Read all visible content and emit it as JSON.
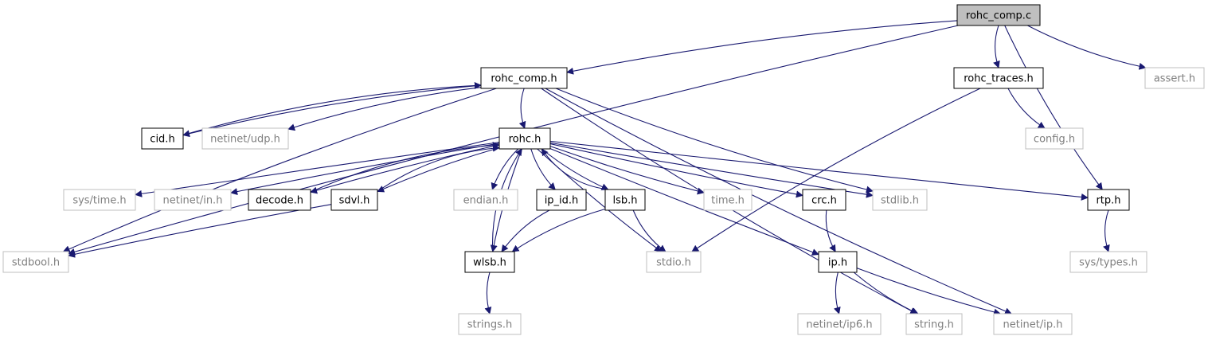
{
  "title": "",
  "colors": {
    "edge": "#191970",
    "root_fill": "#bfbfbf",
    "root_border": "#000000",
    "internal_border": "#000000",
    "external_border": "#bfbfbf",
    "external_text": "#7f7f7f",
    "text": "#000000"
  },
  "nodes": [
    {
      "id": "rohc_comp_c",
      "label": "rohc_comp.c",
      "kind": "root"
    },
    {
      "id": "rohc_comp_h",
      "label": "rohc_comp.h",
      "kind": "internal"
    },
    {
      "id": "rohc_traces_h",
      "label": "rohc_traces.h",
      "kind": "internal"
    },
    {
      "id": "assert_h",
      "label": "assert.h",
      "kind": "external"
    },
    {
      "id": "cid_h",
      "label": "cid.h",
      "kind": "internal"
    },
    {
      "id": "netinet_udp_h",
      "label": "netinet/udp.h",
      "kind": "external"
    },
    {
      "id": "config_h",
      "label": "config.h",
      "kind": "external"
    },
    {
      "id": "rohc_h",
      "label": "rohc.h",
      "kind": "internal"
    },
    {
      "id": "sys_time_h",
      "label": "sys/time.h",
      "kind": "external"
    },
    {
      "id": "netinet_in_h",
      "label": "netinet/in.h",
      "kind": "external"
    },
    {
      "id": "decode_h",
      "label": "decode.h",
      "kind": "internal"
    },
    {
      "id": "sdvl_h",
      "label": "sdvl.h",
      "kind": "internal"
    },
    {
      "id": "endian_h",
      "label": "endian.h",
      "kind": "external"
    },
    {
      "id": "ip_id_h",
      "label": "ip_id.h",
      "kind": "internal"
    },
    {
      "id": "lsb_h",
      "label": "lsb.h",
      "kind": "internal"
    },
    {
      "id": "time_h",
      "label": "time.h",
      "kind": "external"
    },
    {
      "id": "crc_h",
      "label": "crc.h",
      "kind": "internal"
    },
    {
      "id": "stdlib_h",
      "label": "stdlib.h",
      "kind": "external"
    },
    {
      "id": "rtp_h",
      "label": "rtp.h",
      "kind": "internal"
    },
    {
      "id": "stdbool_h",
      "label": "stdbool.h",
      "kind": "external"
    },
    {
      "id": "wlsb_h",
      "label": "wlsb.h",
      "kind": "internal"
    },
    {
      "id": "stdio_h",
      "label": "stdio.h",
      "kind": "external"
    },
    {
      "id": "ip_h",
      "label": "ip.h",
      "kind": "internal"
    },
    {
      "id": "sys_types_h",
      "label": "sys/types.h",
      "kind": "external"
    },
    {
      "id": "strings_h",
      "label": "strings.h",
      "kind": "external"
    },
    {
      "id": "netinet_ip6_h",
      "label": "netinet/ip6.h",
      "kind": "external"
    },
    {
      "id": "string_h",
      "label": "string.h",
      "kind": "external"
    },
    {
      "id": "netinet_ip_h",
      "label": "netinet/ip.h",
      "kind": "external"
    }
  ],
  "edges": [
    [
      "rohc_comp_c",
      "rohc_comp_h"
    ],
    [
      "rohc_comp_c",
      "rohc_traces_h"
    ],
    [
      "rohc_comp_c",
      "assert_h"
    ],
    [
      "rohc_comp_c",
      "rtp_h"
    ],
    [
      "rohc_comp_c",
      "stdbool_h"
    ],
    [
      "rohc_comp_h",
      "cid_h"
    ],
    [
      "rohc_comp_h",
      "netinet_udp_h"
    ],
    [
      "rohc_comp_h",
      "rohc_h"
    ],
    [
      "rohc_comp_h",
      "stdbool_h"
    ],
    [
      "rohc_comp_h",
      "stdlib_h"
    ],
    [
      "rohc_comp_h",
      "string_h"
    ],
    [
      "rohc_comp_h",
      "netinet_ip_h"
    ],
    [
      "cid_h",
      "rohc_comp_h"
    ],
    [
      "rohc_traces_h",
      "config_h"
    ],
    [
      "rohc_traces_h",
      "stdio_h"
    ],
    [
      "rohc_h",
      "sys_time_h"
    ],
    [
      "rohc_h",
      "netinet_in_h"
    ],
    [
      "rohc_h",
      "decode_h"
    ],
    [
      "rohc_h",
      "sdvl_h"
    ],
    [
      "rohc_h",
      "endian_h"
    ],
    [
      "rohc_h",
      "ip_id_h"
    ],
    [
      "rohc_h",
      "lsb_h"
    ],
    [
      "rohc_h",
      "wlsb_h"
    ],
    [
      "rohc_h",
      "stdio_h"
    ],
    [
      "rohc_h",
      "time_h"
    ],
    [
      "rohc_h",
      "ip_h"
    ],
    [
      "rohc_h",
      "crc_h"
    ],
    [
      "rohc_h",
      "stdlib_h"
    ],
    [
      "rohc_h",
      "rtp_h"
    ],
    [
      "decode_h",
      "rohc_h"
    ],
    [
      "sdvl_h",
      "rohc_h"
    ],
    [
      "sdvl_h",
      "stdbool_h"
    ],
    [
      "lsb_h",
      "rohc_h"
    ],
    [
      "lsb_h",
      "wlsb_h"
    ],
    [
      "lsb_h",
      "stdio_h"
    ],
    [
      "ip_id_h",
      "wlsb_h"
    ],
    [
      "wlsb_h",
      "rohc_h"
    ],
    [
      "wlsb_h",
      "strings_h"
    ],
    [
      "crc_h",
      "ip_h"
    ],
    [
      "rtp_h",
      "sys_types_h"
    ],
    [
      "ip_h",
      "netinet_ip6_h"
    ],
    [
      "ip_h",
      "string_h"
    ],
    [
      "ip_h",
      "netinet_ip_h"
    ]
  ]
}
